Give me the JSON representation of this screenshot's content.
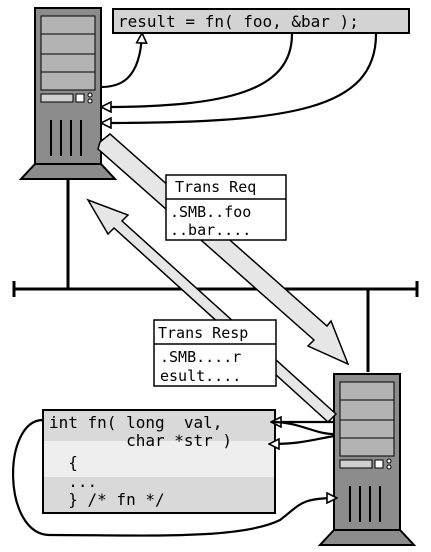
{
  "client_call": {
    "text": "result = fn( foo, &bar );"
  },
  "request_packet": {
    "title": "Trans Req",
    "lines": [
      ".SMB..foo",
      "..bar...."
    ]
  },
  "response_packet": {
    "title": "Trans Resp",
    "lines": [
      ".SMB....r",
      "esult...."
    ]
  },
  "server_code": {
    "lines": [
      "int fn( long  val,",
      "        char *str )",
      "  {",
      "  ...",
      "  } /* fn */"
    ]
  },
  "colors": {
    "computer_body": "#8c8c8c",
    "drive_bay": "#b3b3b3",
    "packet_arrow": "#e6e6e6",
    "code_band_dark": "#d9d9d9",
    "code_band_light": "#eeeeee",
    "call_box": "#d3d3d3"
  },
  "icons": [
    "client-computer-icon",
    "server-computer-icon",
    "network-bus-icon"
  ]
}
